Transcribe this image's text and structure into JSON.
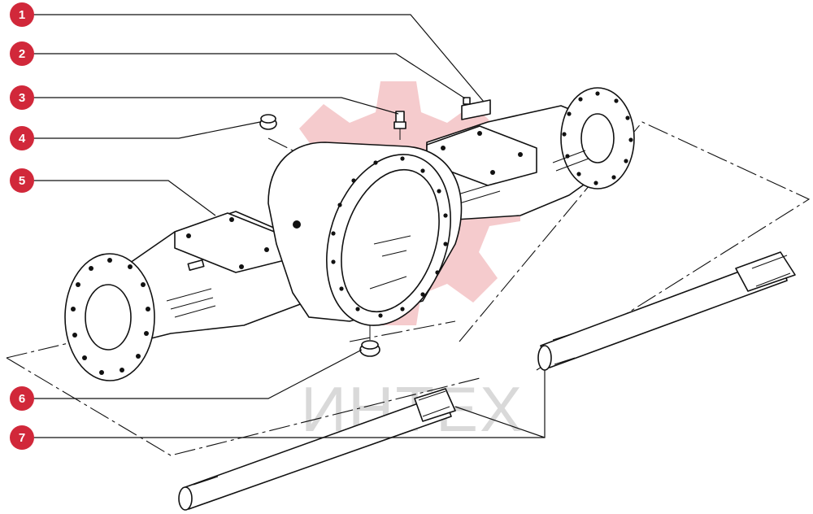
{
  "diagram": {
    "callouts": [
      {
        "id": "1",
        "label": "1"
      },
      {
        "id": "2",
        "label": "2"
      },
      {
        "id": "3",
        "label": "3"
      },
      {
        "id": "4",
        "label": "4"
      },
      {
        "id": "5",
        "label": "5"
      },
      {
        "id": "6",
        "label": "6"
      },
      {
        "id": "7",
        "label": "7"
      }
    ],
    "watermark": {
      "text": "ИНТЕХ",
      "logo": "gear-logo"
    },
    "colors": {
      "badge": "#d1283a",
      "watermark_gear": "#f2b9bc",
      "line": "#111111"
    }
  }
}
